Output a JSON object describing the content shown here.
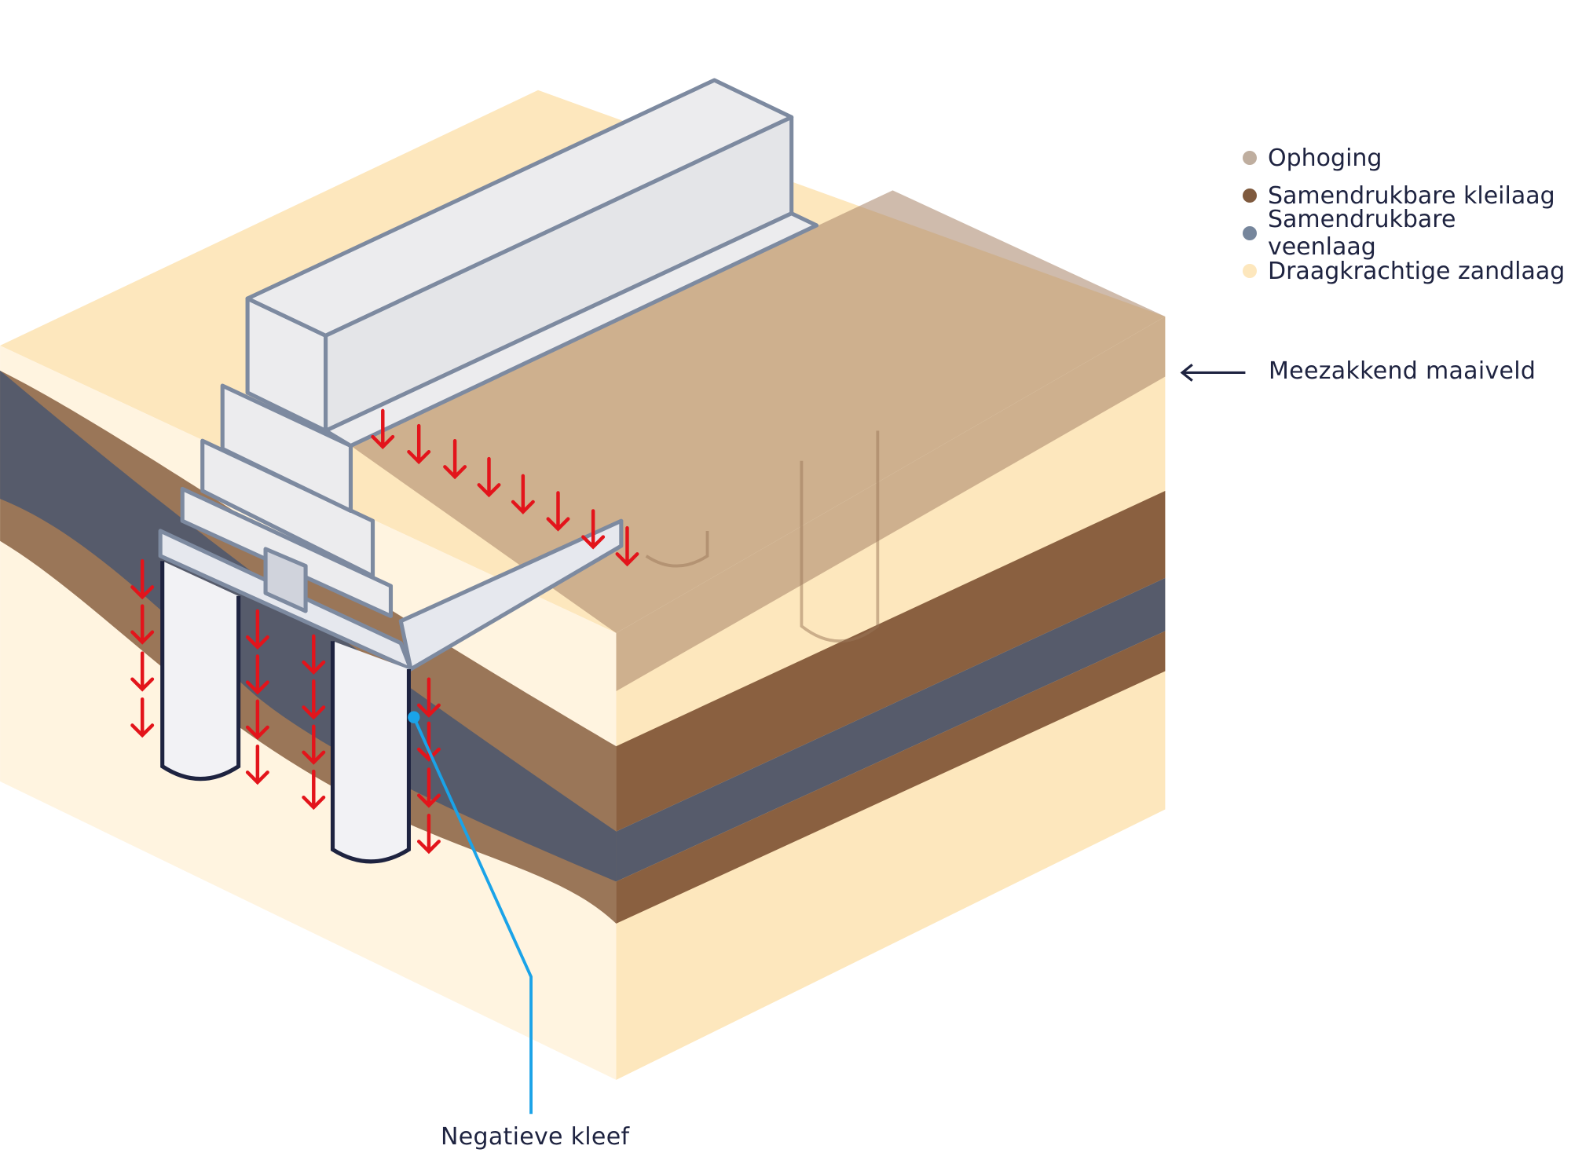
{
  "legend": [
    {
      "label": "Ophoging",
      "color": "#bfae9f"
    },
    {
      "label": "Samendrukbare kleilaag",
      "color": "#7f5a3e"
    },
    {
      "label": "Samendrukbare veenlaag",
      "color": "#76869c"
    },
    {
      "label": "Draagkrachtige zandlaag",
      "color": "#fde7bd"
    }
  ],
  "annotations": {
    "ground_level": "Meezakkend maaiveld",
    "negative_friction": "Negatieve kleef"
  },
  "colors": {
    "arrow": "#e3141b",
    "pointer": "#1aa3e8",
    "text": "#1e2340"
  }
}
